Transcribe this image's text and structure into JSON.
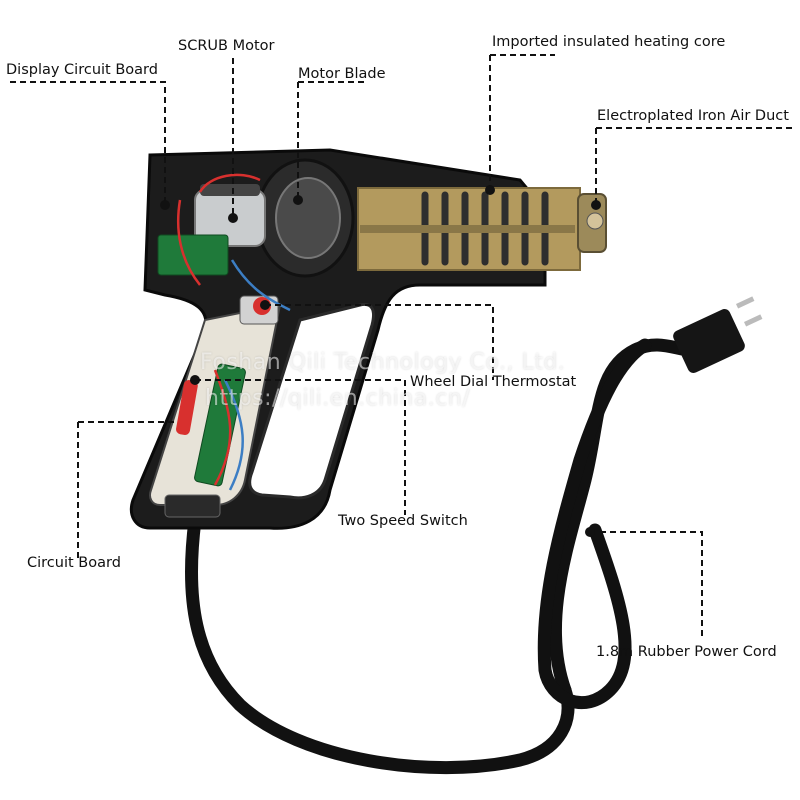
{
  "labels": {
    "display_circuit_board": "Display Circuit Board",
    "scrub_motor": "SCRUB Motor",
    "motor_blade": "Motor Blade",
    "heating_core": "Imported insulated heating core",
    "air_duct": "Electroplated Iron Air Duct",
    "wheel_dial_thermostat": "Wheel Dial Thermostat",
    "two_speed_switch": "Two Speed Switch",
    "circuit_board": "Circuit Board",
    "power_cord": "1.8m Rubber Power Cord"
  },
  "watermark": {
    "line1": "Foshan Qili Technology Co., Ltd.",
    "line2": "https://qili.en.china.cn/"
  },
  "colors": {
    "body": "#1c1c1c",
    "heater_frame": "#b39a5e",
    "coil": "#333333",
    "circuit_board": "#1f7a3a",
    "wire_red": "#d8302e",
    "wire_blue": "#3c7ec4"
  }
}
